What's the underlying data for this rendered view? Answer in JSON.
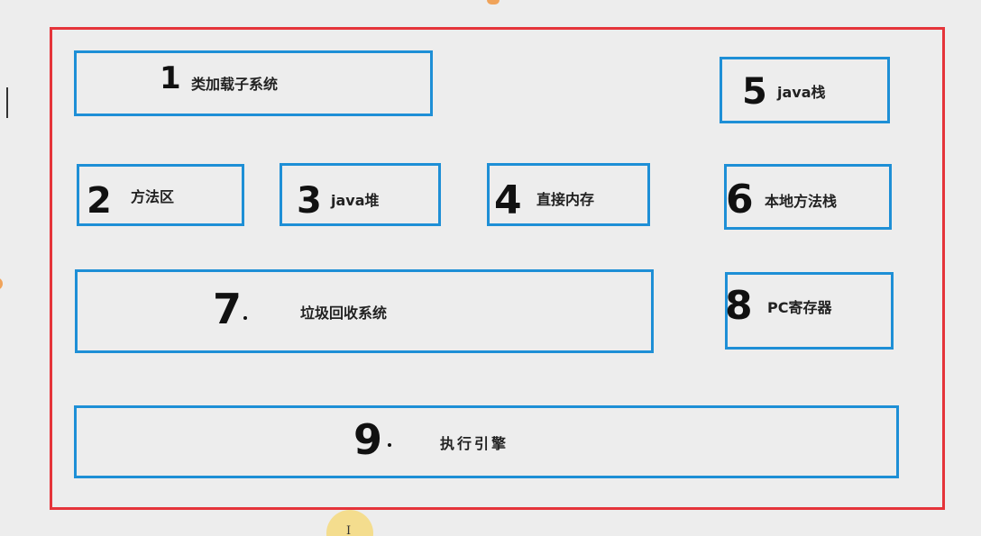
{
  "diagram": {
    "components": [
      {
        "number": "1",
        "label": "类加载子系统"
      },
      {
        "number": "2",
        "label": "方法区"
      },
      {
        "number": "3",
        "label": "java堆"
      },
      {
        "number": "4",
        "label": "直接内存"
      },
      {
        "number": "5",
        "label": "java栈"
      },
      {
        "number": "6",
        "label": "本地方法栈"
      },
      {
        "number": "7",
        "label": "垃圾回收系统"
      },
      {
        "number": "8",
        "label": "PC寄存器"
      },
      {
        "number": "9",
        "label": "执行引擎"
      }
    ]
  },
  "colors": {
    "outer_frame": "#e5343a",
    "box_border": "#1e8fd6",
    "background": "#ededed",
    "pointer_highlight": "#f5d76e"
  },
  "overlay": {
    "pointer_icon": "text-cursor-icon"
  }
}
